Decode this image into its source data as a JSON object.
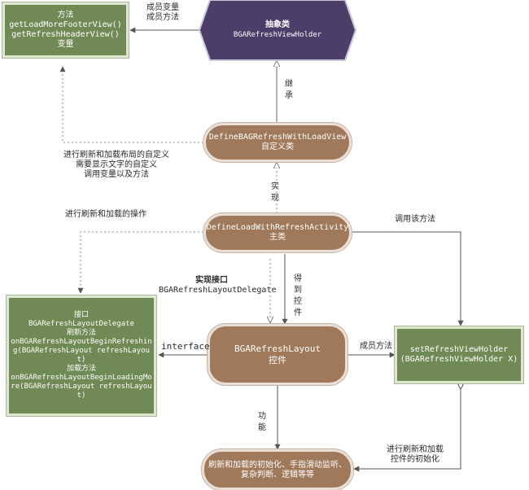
{
  "nodes": {
    "methods_box": [
      "方法",
      "getLoadMoreFooterView()",
      "getRefreshHeaderView()",
      "变量"
    ],
    "abstract": [
      "抽象类",
      "BGARefreshViewHolder"
    ],
    "define_bag": [
      "DefineBAGRefreshWithLoadView",
      "自定义类"
    ],
    "define_activity": [
      "DefineLoadWithRefreshActivity",
      "主类"
    ],
    "interface_box": [
      "接口",
      "BGARefreshLayoutDelegate",
      "刷新方法",
      "onBGARefreshLayoutBeginRefreshing(BGARefreshLayout refreshLayout)",
      "加载方法",
      "onBGARefreshLayoutBeginLoadingMore(BGARefreshLayout refreshLayout)"
    ],
    "layout": [
      "BGARefreshLayout",
      "控件"
    ],
    "set_holder": [
      "setRefreshViewHolder",
      "(BGARefreshViewHolder  X)"
    ],
    "bottom": [
      "刷新和加载的初始化、手指滑动监听、",
      "复杂判断、逻辑等等"
    ]
  },
  "labels": {
    "members": [
      "成员变量",
      "成员方法"
    ],
    "inherit": "继承",
    "custom_desc": [
      "进行刷新和加载布局的自定义",
      "需要显示文字的自定义",
      "调用变量以及方法"
    ],
    "implement": "实现",
    "ops": "进行刷新和加载的操作",
    "call_method": "调用该方法",
    "impl_iface": [
      "实现接口",
      "BGARefreshLayoutDelegate"
    ],
    "get_control": "得到控件",
    "interface": "interface",
    "member_method": "成员方法",
    "function": "功能",
    "init_control": [
      "进行刷新和加载",
      "控件的初始化"
    ]
  },
  "colors": {
    "green": "#6f8a55",
    "brown": "#a0785a",
    "purple": "#4b3e69",
    "edge": "#555555",
    "dotted": "#888888"
  }
}
